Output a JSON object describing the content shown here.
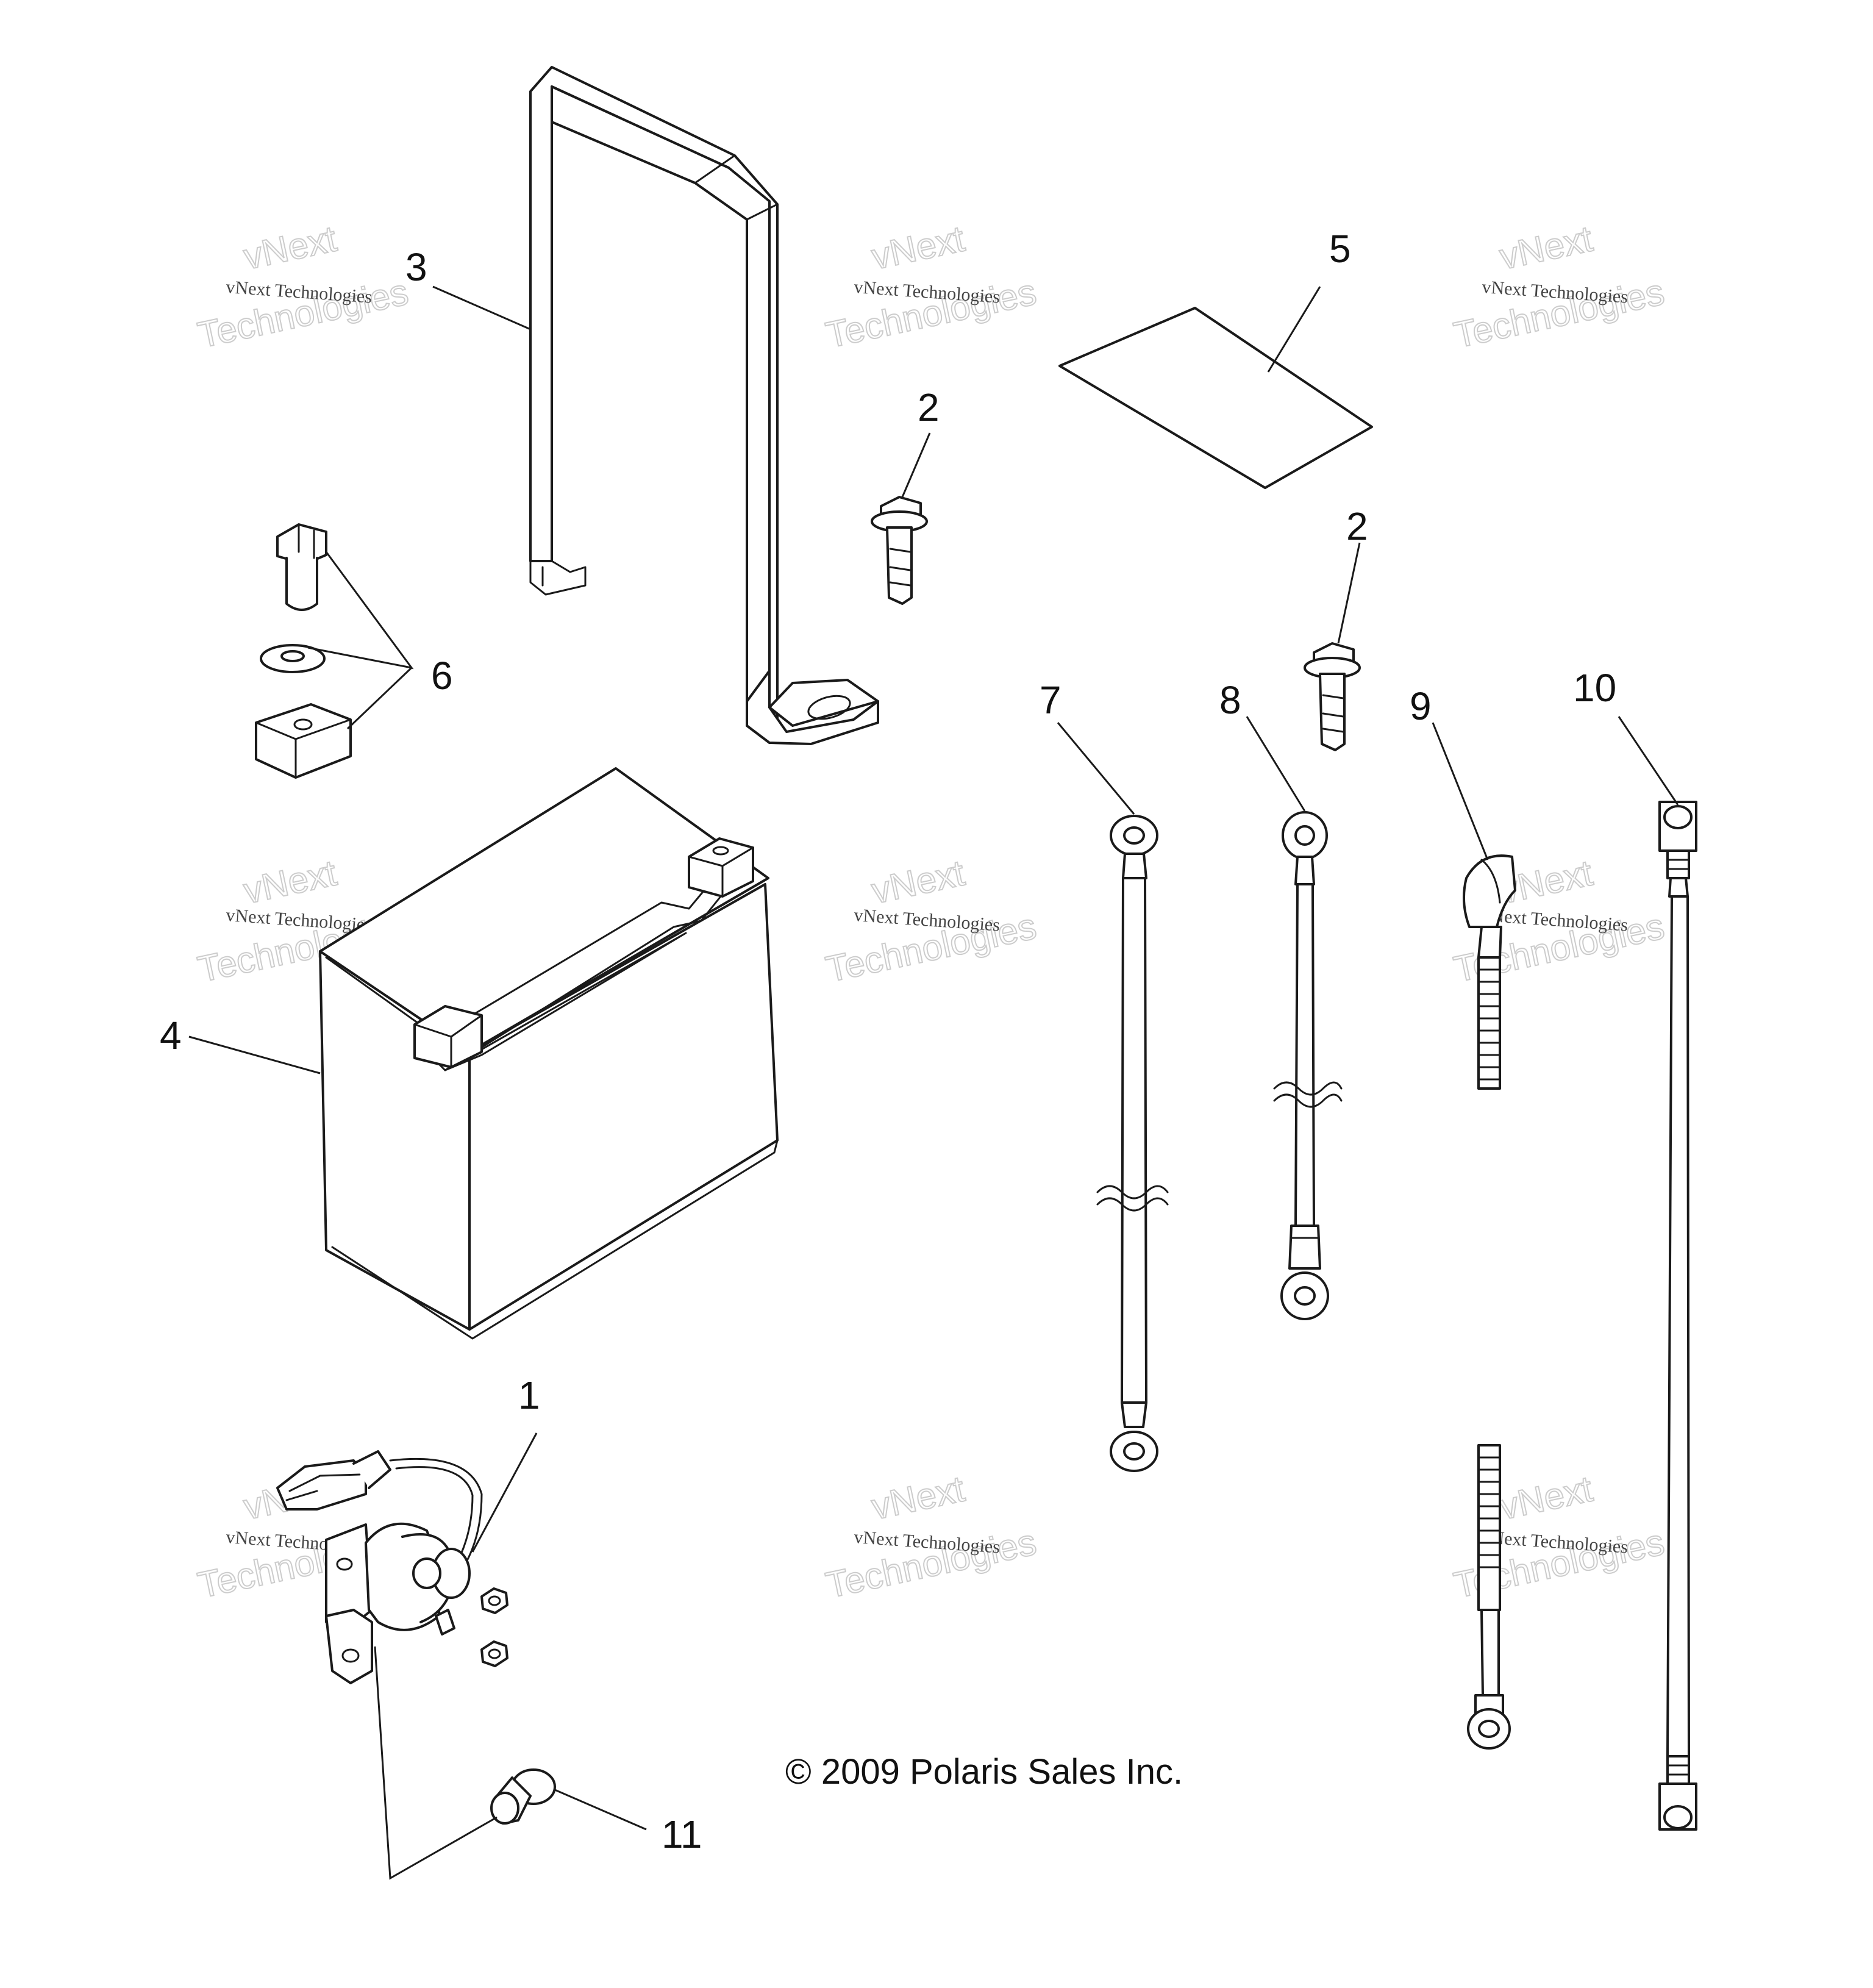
{
  "callouts": {
    "c1": "1",
    "c2a": "2",
    "c2b": "2",
    "c3": "3",
    "c4": "4",
    "c5": "5",
    "c6": "6",
    "c7": "7",
    "c8": "8",
    "c9": "9",
    "c10": "10",
    "c11": "11"
  },
  "copyright": "© 2009 Polaris Sales Inc.",
  "watermark": {
    "line_small": "vNext Technologies",
    "line_big_1": "vNext",
    "line_big_2": "Technologies"
  }
}
